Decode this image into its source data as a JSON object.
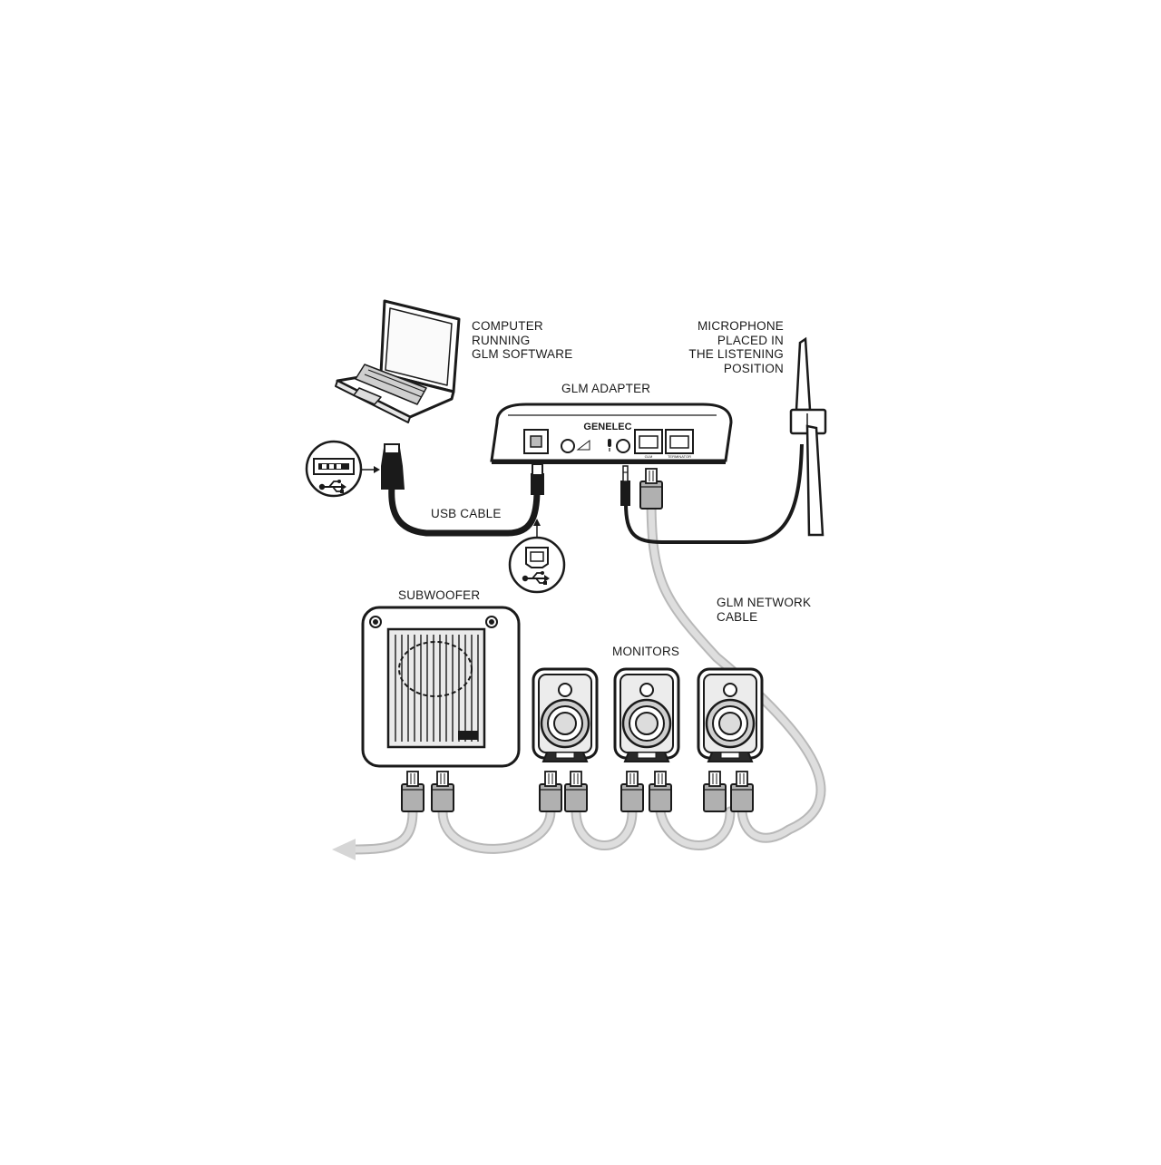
{
  "labels": {
    "computer": [
      "COMPUTER",
      "RUNNING",
      "GLM SOFTWARE"
    ],
    "microphone": [
      "MICROPHONE",
      "PLACED IN",
      "THE LISTENING",
      "POSITION"
    ],
    "adapter": "GLM ADAPTER",
    "usb_cable": "USB CABLE",
    "network_cable": [
      "GLM NETWORK",
      "CABLE"
    ],
    "subwoofer": "SUBWOOFER",
    "monitors": "MONITORS"
  },
  "adapter_panel": {
    "brand": "GENELEC",
    "port_glm": "GLM",
    "port_terminator": "TERMINATOR"
  },
  "colors": {
    "line": "#1a1a1a",
    "network_cable": "#d4d4d4",
    "network_cable_edge": "#b8b8b8"
  },
  "icons": [
    "laptop-icon",
    "usb-a-port-icon",
    "usb-b-port-icon",
    "usb-symbol-icon",
    "microphone-icon",
    "rj45-plug-icon",
    "speaker-icon",
    "subwoofer-icon"
  ]
}
